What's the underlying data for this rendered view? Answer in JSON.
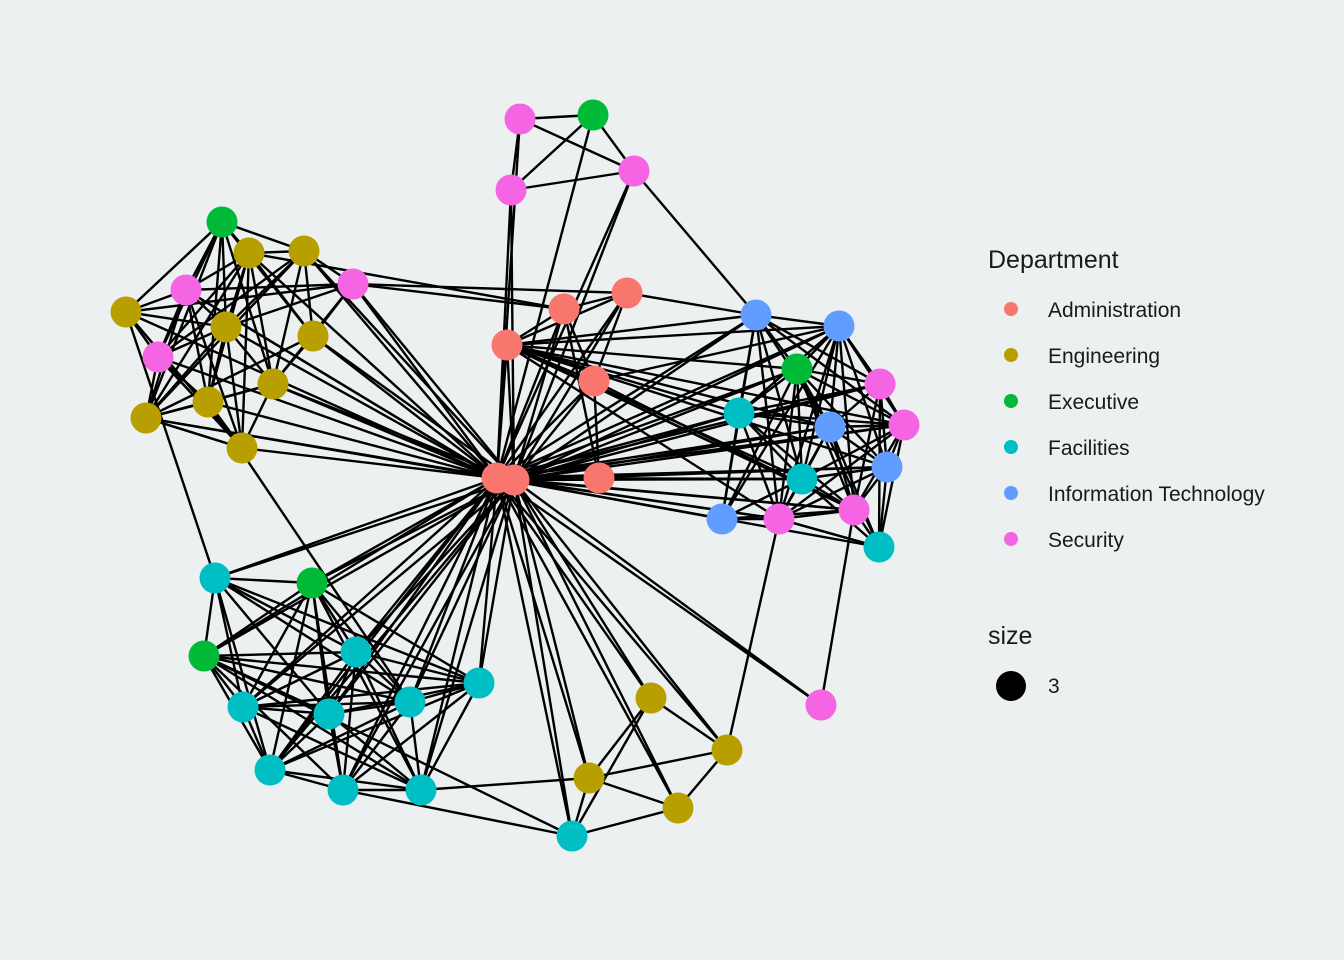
{
  "legend": {
    "department_title": "Department",
    "departments": [
      {
        "label": "Administration",
        "color": "#F8766D"
      },
      {
        "label": "Engineering",
        "color": "#B79F00"
      },
      {
        "label": "Executive",
        "color": "#00BA38"
      },
      {
        "label": "Facilities",
        "color": "#00BFC4"
      },
      {
        "label": "Information Technology",
        "color": "#619CFF"
      },
      {
        "label": "Security",
        "color": "#F564E3"
      }
    ],
    "size_title": "size",
    "size_label": "3"
  },
  "nodes": [
    {
      "id": "a1",
      "dept": "Administration"
    },
    {
      "id": "a2",
      "dept": "Administration"
    },
    {
      "id": "a3",
      "dept": "Administration"
    },
    {
      "id": "a4",
      "dept": "Administration"
    },
    {
      "id": "a5",
      "dept": "Administration"
    },
    {
      "id": "a6",
      "dept": "Administration"
    },
    {
      "id": "a7",
      "dept": "Administration"
    },
    {
      "id": "e1",
      "dept": "Engineering"
    },
    {
      "id": "e2",
      "dept": "Engineering"
    },
    {
      "id": "e3",
      "dept": "Engineering"
    },
    {
      "id": "e4",
      "dept": "Engineering"
    },
    {
      "id": "e5",
      "dept": "Engineering"
    },
    {
      "id": "e6",
      "dept": "Engineering"
    },
    {
      "id": "e7",
      "dept": "Engineering"
    },
    {
      "id": "e8",
      "dept": "Engineering"
    },
    {
      "id": "e9",
      "dept": "Engineering"
    },
    {
      "id": "e10",
      "dept": "Engineering"
    },
    {
      "id": "e11",
      "dept": "Engineering"
    },
    {
      "id": "e12",
      "dept": "Engineering"
    },
    {
      "id": "e13",
      "dept": "Engineering"
    },
    {
      "id": "x1",
      "dept": "Executive"
    },
    {
      "id": "x2",
      "dept": "Executive"
    },
    {
      "id": "x3",
      "dept": "Executive"
    },
    {
      "id": "x4",
      "dept": "Executive"
    },
    {
      "id": "x5",
      "dept": "Executive"
    },
    {
      "id": "f1",
      "dept": "Facilities"
    },
    {
      "id": "f2",
      "dept": "Facilities"
    },
    {
      "id": "f3",
      "dept": "Facilities"
    },
    {
      "id": "f4",
      "dept": "Facilities"
    },
    {
      "id": "f5",
      "dept": "Facilities"
    },
    {
      "id": "f6",
      "dept": "Facilities"
    },
    {
      "id": "f7",
      "dept": "Facilities"
    },
    {
      "id": "f8",
      "dept": "Facilities"
    },
    {
      "id": "f9",
      "dept": "Facilities"
    },
    {
      "id": "f10",
      "dept": "Facilities"
    },
    {
      "id": "f11",
      "dept": "Facilities"
    },
    {
      "id": "f12",
      "dept": "Facilities"
    },
    {
      "id": "f13",
      "dept": "Facilities"
    },
    {
      "id": "i1",
      "dept": "Information Technology"
    },
    {
      "id": "i2",
      "dept": "Information Technology"
    },
    {
      "id": "i3",
      "dept": "Information Technology"
    },
    {
      "id": "i4",
      "dept": "Information Technology"
    },
    {
      "id": "i5",
      "dept": "Information Technology"
    },
    {
      "id": "s1",
      "dept": "Security"
    },
    {
      "id": "s2",
      "dept": "Security"
    },
    {
      "id": "s3",
      "dept": "Security"
    },
    {
      "id": "s4",
      "dept": "Security"
    },
    {
      "id": "s5",
      "dept": "Security"
    },
    {
      "id": "s6",
      "dept": "Security"
    },
    {
      "id": "s7",
      "dept": "Security"
    },
    {
      "id": "s8",
      "dept": "Security"
    },
    {
      "id": "s9",
      "dept": "Security"
    },
    {
      "id": "s10",
      "dept": "Security"
    },
    {
      "id": "s11",
      "dept": "Security"
    }
  ],
  "edges": [
    [
      "s1",
      "x1"
    ],
    [
      "s1",
      "s2"
    ],
    [
      "s1",
      "s3"
    ],
    [
      "x1",
      "s2"
    ],
    [
      "x1",
      "s3"
    ],
    [
      "s2",
      "s3"
    ],
    [
      "s3",
      "i1"
    ],
    [
      "s2",
      "a1"
    ],
    [
      "s1",
      "a1"
    ],
    [
      "x1",
      "a1"
    ],
    [
      "s3",
      "a1"
    ],
    [
      "s2",
      "a2"
    ],
    [
      "s3",
      "a2"
    ],
    [
      "x2",
      "e2"
    ],
    [
      "x2",
      "e3"
    ],
    [
      "x2",
      "s4"
    ],
    [
      "x2",
      "e1"
    ],
    [
      "x2",
      "e4"
    ],
    [
      "x2",
      "e5"
    ],
    [
      "x2",
      "s5"
    ],
    [
      "x2",
      "e6"
    ],
    [
      "x2",
      "e7"
    ],
    [
      "x2",
      "e8"
    ],
    [
      "e2",
      "e3"
    ],
    [
      "e2",
      "s4"
    ],
    [
      "e2",
      "e4"
    ],
    [
      "e2",
      "e5"
    ],
    [
      "e2",
      "s5"
    ],
    [
      "e2",
      "e6"
    ],
    [
      "e2",
      "e7"
    ],
    [
      "e2",
      "e8"
    ],
    [
      "e2",
      "e9"
    ],
    [
      "e2",
      "a1"
    ],
    [
      "e3",
      "s6"
    ],
    [
      "e3",
      "e4"
    ],
    [
      "e3",
      "e5"
    ],
    [
      "e3",
      "s5"
    ],
    [
      "e3",
      "e6"
    ],
    [
      "e3",
      "e8"
    ],
    [
      "e3",
      "a1"
    ],
    [
      "e3",
      "a2"
    ],
    [
      "s6",
      "s4"
    ],
    [
      "s6",
      "e4"
    ],
    [
      "s6",
      "e5"
    ],
    [
      "s6",
      "e6"
    ],
    [
      "s6",
      "a4"
    ],
    [
      "s6",
      "a1"
    ],
    [
      "s6",
      "a2"
    ],
    [
      "s6",
      "e1"
    ],
    [
      "e1",
      "s4"
    ],
    [
      "e1",
      "s5"
    ],
    [
      "e1",
      "e9"
    ],
    [
      "e1",
      "e4"
    ],
    [
      "e1",
      "a1"
    ],
    [
      "s4",
      "e4"
    ],
    [
      "s4",
      "s5"
    ],
    [
      "s4",
      "e9"
    ],
    [
      "s4",
      "e7"
    ],
    [
      "s4",
      "e8"
    ],
    [
      "s4",
      "a1"
    ],
    [
      "e4",
      "s5"
    ],
    [
      "e4",
      "e9"
    ],
    [
      "e4",
      "e7"
    ],
    [
      "e4",
      "e6"
    ],
    [
      "e4",
      "e8"
    ],
    [
      "e4",
      "a1"
    ],
    [
      "s5",
      "e9"
    ],
    [
      "s5",
      "e7"
    ],
    [
      "s5",
      "e8"
    ],
    [
      "s5",
      "a1"
    ],
    [
      "e6",
      "e7"
    ],
    [
      "e6",
      "e8"
    ],
    [
      "e6",
      "a1"
    ],
    [
      "e6",
      "a2"
    ],
    [
      "e7",
      "e8"
    ],
    [
      "e7",
      "a1"
    ],
    [
      "e7",
      "f8"
    ],
    [
      "e8",
      "a1"
    ],
    [
      "e8",
      "e9"
    ],
    [
      "e8",
      "e7"
    ],
    [
      "e8",
      "a2"
    ],
    [
      "e9",
      "a1"
    ],
    [
      "e9",
      "s5"
    ],
    [
      "e9",
      "e7"
    ],
    [
      "e5",
      "a1"
    ],
    [
      "e5",
      "a2"
    ],
    [
      "e5",
      "e8"
    ],
    [
      "e5",
      "e6"
    ],
    [
      "e2",
      "a4"
    ],
    [
      "s6",
      "a5"
    ],
    [
      "s4",
      "a1"
    ],
    [
      "e1",
      "f1"
    ],
    [
      "e9",
      "e8"
    ],
    [
      "e9",
      "e6"
    ],
    [
      "e7",
      "s5"
    ],
    [
      "a4",
      "a1"
    ],
    [
      "a4",
      "a5"
    ],
    [
      "a4",
      "a6"
    ],
    [
      "a4",
      "a3"
    ],
    [
      "a4",
      "a7"
    ],
    [
      "a4",
      "a2"
    ],
    [
      "a5",
      "a1"
    ],
    [
      "a5",
      "i1"
    ],
    [
      "a5",
      "a7"
    ],
    [
      "a5",
      "a2"
    ],
    [
      "a5",
      "a6"
    ],
    [
      "a3",
      "a1"
    ],
    [
      "a3",
      "a2"
    ],
    [
      "a3",
      "a6"
    ],
    [
      "a6",
      "a1"
    ],
    [
      "a6",
      "a2"
    ],
    [
      "a6",
      "i2"
    ],
    [
      "a6",
      "a7"
    ],
    [
      "a7",
      "a1"
    ],
    [
      "a7",
      "a2"
    ],
    [
      "a1",
      "a2"
    ],
    [
      "a1",
      "i1"
    ],
    [
      "a1",
      "i2"
    ],
    [
      "a1",
      "x3"
    ],
    [
      "a1",
      "f2"
    ],
    [
      "a1",
      "i3"
    ],
    [
      "a1",
      "s7"
    ],
    [
      "a1",
      "s8"
    ],
    [
      "a1",
      "i4"
    ],
    [
      "a1",
      "f3"
    ],
    [
      "a1",
      "i5"
    ],
    [
      "a1",
      "s9"
    ],
    [
      "a1",
      "s10"
    ],
    [
      "a1",
      "f4"
    ],
    [
      "a2",
      "i1"
    ],
    [
      "a2",
      "i2"
    ],
    [
      "a2",
      "x3"
    ],
    [
      "a2",
      "f2"
    ],
    [
      "a2",
      "i3"
    ],
    [
      "a2",
      "s7"
    ],
    [
      "a2",
      "s8"
    ],
    [
      "a2",
      "i4"
    ],
    [
      "a2",
      "f3"
    ],
    [
      "a2",
      "s9"
    ],
    [
      "a2",
      "s10"
    ],
    [
      "a7",
      "i1"
    ],
    [
      "a7",
      "i2"
    ],
    [
      "a7",
      "x3"
    ],
    [
      "a7",
      "f2"
    ],
    [
      "a7",
      "i3"
    ],
    [
      "a7",
      "s8"
    ],
    [
      "a7",
      "i4"
    ],
    [
      "a7",
      "f3"
    ],
    [
      "a7",
      "s9"
    ],
    [
      "a7",
      "s10"
    ],
    [
      "a1",
      "f1"
    ],
    [
      "a1",
      "x4"
    ],
    [
      "a1",
      "x5"
    ],
    [
      "a1",
      "f5"
    ],
    [
      "a1",
      "f6"
    ],
    [
      "a1",
      "f7"
    ],
    [
      "a1",
      "f8"
    ],
    [
      "a1",
      "f9"
    ],
    [
      "a1",
      "f10"
    ],
    [
      "a1",
      "f11"
    ],
    [
      "a1",
      "f12"
    ],
    [
      "a2",
      "f1"
    ],
    [
      "a2",
      "x4"
    ],
    [
      "a2",
      "x5"
    ],
    [
      "a2",
      "f5"
    ],
    [
      "a2",
      "f6"
    ],
    [
      "a2",
      "f7"
    ],
    [
      "a2",
      "f8"
    ],
    [
      "a2",
      "f9"
    ],
    [
      "a2",
      "f10"
    ],
    [
      "a2",
      "f11"
    ],
    [
      "a2",
      "f12"
    ],
    [
      "a1",
      "e10"
    ],
    [
      "a1",
      "e11"
    ],
    [
      "a1",
      "e12"
    ],
    [
      "a1",
      "e13"
    ],
    [
      "a1",
      "f13"
    ],
    [
      "a1",
      "s11"
    ],
    [
      "a2",
      "e10"
    ],
    [
      "a2",
      "e11"
    ],
    [
      "a2",
      "e12"
    ],
    [
      "a2",
      "e13"
    ],
    [
      "a2",
      "f13"
    ],
    [
      "a2",
      "s11"
    ],
    [
      "i1",
      "i2"
    ],
    [
      "i1",
      "x3"
    ],
    [
      "i1",
      "f2"
    ],
    [
      "i1",
      "i3"
    ],
    [
      "i1",
      "f3"
    ],
    [
      "i1",
      "i5"
    ],
    [
      "i1",
      "s9"
    ],
    [
      "i1",
      "s7"
    ],
    [
      "i1",
      "s8"
    ],
    [
      "i2",
      "x3"
    ],
    [
      "i2",
      "s7"
    ],
    [
      "i2",
      "s8"
    ],
    [
      "i2",
      "i3"
    ],
    [
      "i2",
      "i4"
    ],
    [
      "i2",
      "f2"
    ],
    [
      "i2",
      "f3"
    ],
    [
      "i2",
      "s9"
    ],
    [
      "i2",
      "i5"
    ],
    [
      "i2",
      "s10"
    ],
    [
      "x3",
      "f2"
    ],
    [
      "x3",
      "i3"
    ],
    [
      "x3",
      "s7"
    ],
    [
      "x3",
      "s8"
    ],
    [
      "x3",
      "i4"
    ],
    [
      "x3",
      "f3"
    ],
    [
      "x3",
      "i5"
    ],
    [
      "x3",
      "s9"
    ],
    [
      "x3",
      "s10"
    ],
    [
      "x3",
      "f4"
    ],
    [
      "f2",
      "i3"
    ],
    [
      "f2",
      "s8"
    ],
    [
      "f2",
      "f3"
    ],
    [
      "f2",
      "i5"
    ],
    [
      "f2",
      "s9"
    ],
    [
      "f2",
      "s10"
    ],
    [
      "f2",
      "s7"
    ],
    [
      "i3",
      "s7"
    ],
    [
      "i3",
      "s8"
    ],
    [
      "i3",
      "i4"
    ],
    [
      "i3",
      "f3"
    ],
    [
      "i3",
      "s9"
    ],
    [
      "i3",
      "s10"
    ],
    [
      "i3",
      "f4"
    ],
    [
      "s7",
      "s8"
    ],
    [
      "s7",
      "i4"
    ],
    [
      "s7",
      "s10"
    ],
    [
      "s7",
      "f4"
    ],
    [
      "s8",
      "i4"
    ],
    [
      "s8",
      "f3"
    ],
    [
      "s8",
      "s10"
    ],
    [
      "s8",
      "f4"
    ],
    [
      "s8",
      "s9"
    ],
    [
      "i4",
      "f3"
    ],
    [
      "i4",
      "s10"
    ],
    [
      "i4",
      "f4"
    ],
    [
      "i4",
      "s9"
    ],
    [
      "f3",
      "i5"
    ],
    [
      "f3",
      "s9"
    ],
    [
      "f3",
      "s10"
    ],
    [
      "f3",
      "f4"
    ],
    [
      "i5",
      "s9"
    ],
    [
      "i5",
      "s10"
    ],
    [
      "s9",
      "s10"
    ],
    [
      "s9",
      "f4"
    ],
    [
      "s10",
      "f4"
    ],
    [
      "s10",
      "s11"
    ],
    [
      "s9",
      "f4"
    ],
    [
      "s9",
      "e11"
    ],
    [
      "a7",
      "s10"
    ],
    [
      "a6",
      "s10"
    ],
    [
      "f1",
      "x5"
    ],
    [
      "f1",
      "f5"
    ],
    [
      "f1",
      "f6"
    ],
    [
      "f1",
      "f7"
    ],
    [
      "f1",
      "f8"
    ],
    [
      "f1",
      "x4"
    ],
    [
      "f1",
      "f9"
    ],
    [
      "f1",
      "f10"
    ],
    [
      "x4",
      "f5"
    ],
    [
      "x4",
      "f6"
    ],
    [
      "x4",
      "f7"
    ],
    [
      "x4",
      "f8"
    ],
    [
      "x4",
      "f9"
    ],
    [
      "x4",
      "f10"
    ],
    [
      "x4",
      "f11"
    ],
    [
      "x4",
      "f12"
    ],
    [
      "x4",
      "f13"
    ],
    [
      "x4",
      "x5"
    ],
    [
      "x5",
      "f5"
    ],
    [
      "x5",
      "f6"
    ],
    [
      "x5",
      "f7"
    ],
    [
      "x5",
      "f8"
    ],
    [
      "x5",
      "f9"
    ],
    [
      "x5",
      "f10"
    ],
    [
      "x5",
      "f11"
    ],
    [
      "x5",
      "f12"
    ],
    [
      "f5",
      "f6"
    ],
    [
      "f5",
      "f7"
    ],
    [
      "f5",
      "f8"
    ],
    [
      "f5",
      "f9"
    ],
    [
      "f5",
      "f10"
    ],
    [
      "f5",
      "f11"
    ],
    [
      "f5",
      "f12"
    ],
    [
      "f6",
      "f7"
    ],
    [
      "f6",
      "f8"
    ],
    [
      "f6",
      "f9"
    ],
    [
      "f6",
      "f10"
    ],
    [
      "f6",
      "f12"
    ],
    [
      "f7",
      "f8"
    ],
    [
      "f7",
      "f9"
    ],
    [
      "f7",
      "f10"
    ],
    [
      "f7",
      "f12"
    ],
    [
      "f7",
      "f11"
    ],
    [
      "f8",
      "f9"
    ],
    [
      "f8",
      "f10"
    ],
    [
      "f8",
      "f11"
    ],
    [
      "f8",
      "f12"
    ],
    [
      "f9",
      "f10"
    ],
    [
      "f9",
      "f11"
    ],
    [
      "f9",
      "f12"
    ],
    [
      "f10",
      "f11"
    ],
    [
      "f10",
      "f12"
    ],
    [
      "f11",
      "f12"
    ],
    [
      "f11",
      "f13"
    ],
    [
      "f12",
      "e12"
    ],
    [
      "e10",
      "e11"
    ],
    [
      "e10",
      "e12"
    ],
    [
      "e10",
      "f13"
    ],
    [
      "e11",
      "e12"
    ],
    [
      "e11",
      "e13"
    ],
    [
      "e12",
      "e13"
    ],
    [
      "e12",
      "f13"
    ],
    [
      "e13",
      "f13"
    ],
    [
      "f5",
      "x5"
    ],
    [
      "e1",
      "e9"
    ]
  ]
}
